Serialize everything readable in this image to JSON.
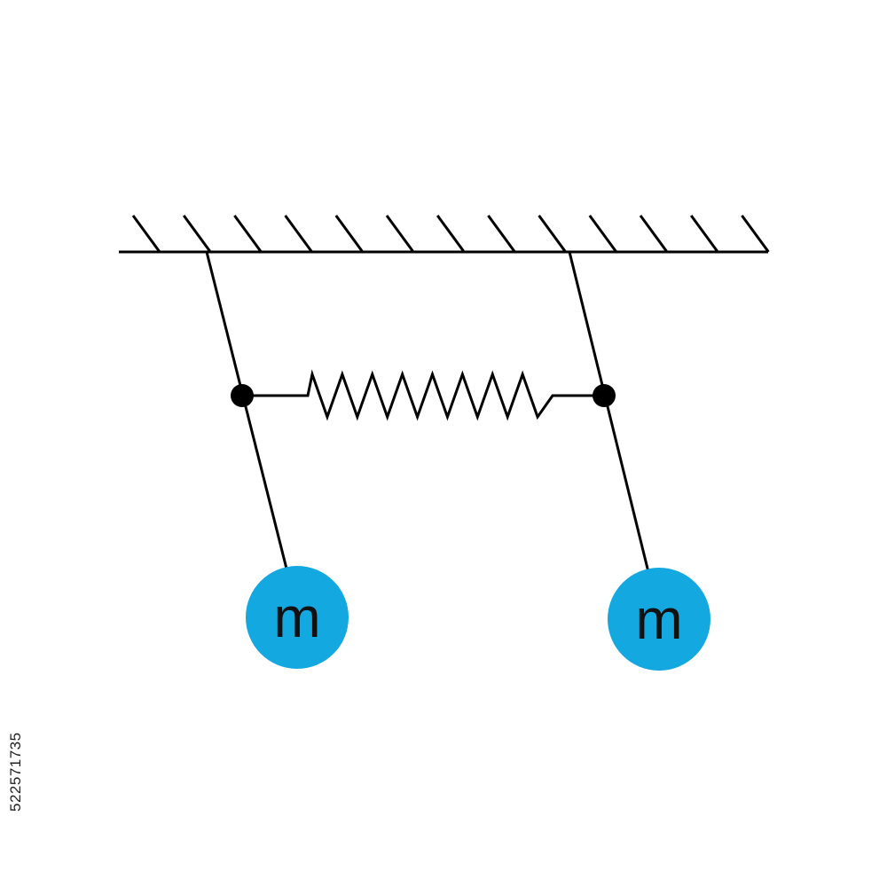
{
  "diagram": {
    "masses": [
      {
        "label": "m"
      },
      {
        "label": "m"
      }
    ],
    "colors": {
      "mass_fill": "#13a9e0",
      "line": "#000000",
      "background": "#ffffff"
    },
    "ceiling_hatch_count": 13,
    "spring_zigzag_count": 8
  },
  "watermark": {
    "stock_id": "522571735"
  }
}
